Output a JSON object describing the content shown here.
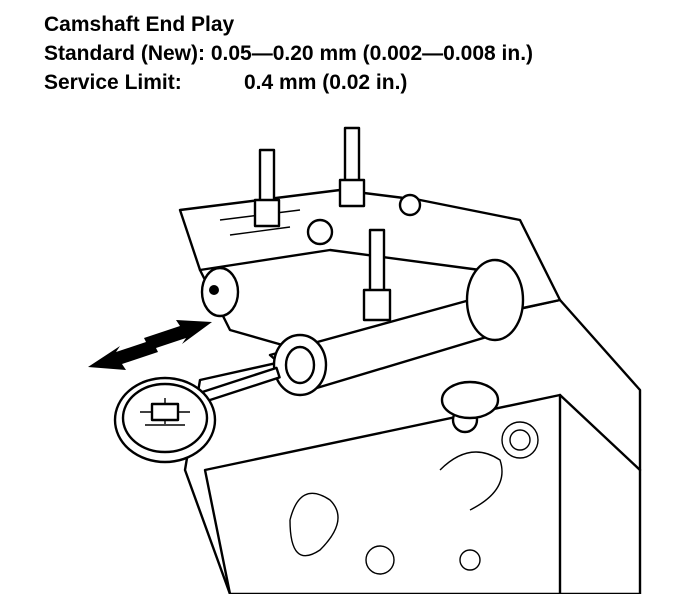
{
  "spec": {
    "title": "Camshaft End Play",
    "standard_label": "Standard (New):",
    "standard_value": "0.05—0.20 mm (0.002—0.008 in.)",
    "limit_label": "Service Limit:",
    "limit_value": "0.4 mm (0.02 in.)"
  },
  "illustration": {
    "subject": "cylinder-head-with-dial-indicator",
    "arrow_icon": "double-arrow-icon"
  },
  "colors": {
    "ink": "#000000",
    "paper": "#ffffff"
  }
}
